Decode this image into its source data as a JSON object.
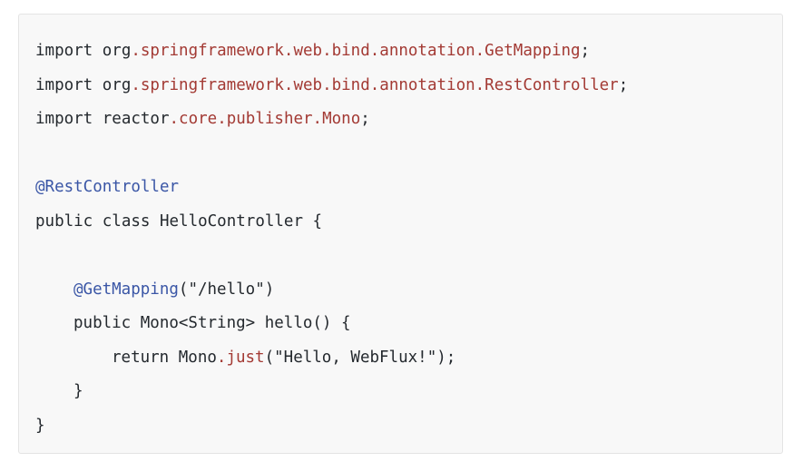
{
  "code": {
    "lines": [
      {
        "t0": "import org",
        "t1": ".springframework.web.bind.annotation.GetMapping",
        "t2": ";"
      },
      {
        "t0": "import org",
        "t1": ".springframework.web.bind.annotation.RestController",
        "t2": ";"
      },
      {
        "t0": "import reactor",
        "t1": ".core.publisher.Mono",
        "t2": ";"
      },
      {
        "t0": ""
      },
      {
        "t0": "@RestController"
      },
      {
        "t0": "public class HelloController {"
      },
      {
        "t0": ""
      },
      {
        "t0": "@GetMapping",
        "t1": "(\"/hello\")"
      },
      {
        "t0": "public Mono<String> hello() {"
      },
      {
        "t0": "return Mono",
        "t1": ".just",
        "t2": "(\"Hello, WebFlux!\");"
      },
      {
        "t0": "}"
      },
      {
        "t0": "}"
      }
    ]
  },
  "colors": {
    "background": "#f8f8f8",
    "border": "#e4e4e4",
    "text": "#24292e",
    "package": "#a33a34",
    "annotation": "#3a56a6"
  }
}
